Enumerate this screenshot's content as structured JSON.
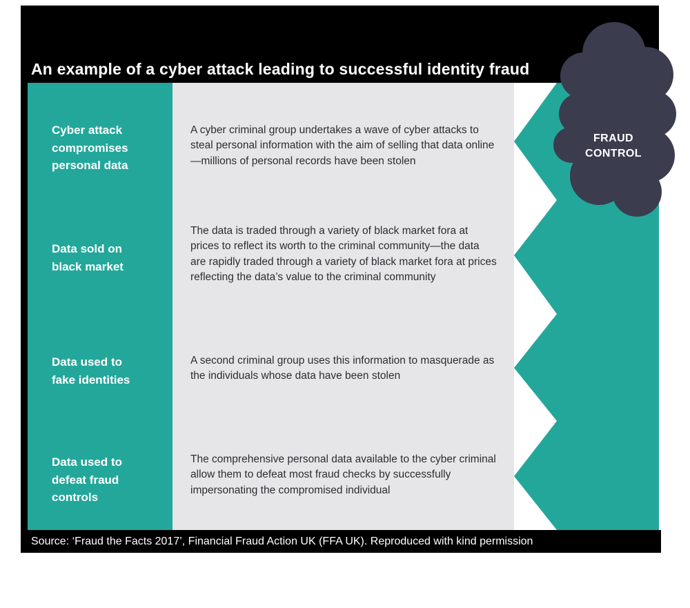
{
  "header": {
    "title": "An example of a cyber attack leading to successful identity fraud"
  },
  "rows": [
    {
      "label": "Cyber attack compromises personal data",
      "description": "A cyber criminal group undertakes a wave of cyber attacks to steal personal information with the aim of selling that data online—millions of personal records have been stolen"
    },
    {
      "label": "Data sold on black market",
      "description": "The data is traded through a variety of black market fora at prices to reflect its worth to the criminal community—the data are rapidly traded through a variety of black market fora at prices reflecting the data’s value to the criminal community"
    },
    {
      "label": "Data used to fake identities",
      "description": "A second criminal group uses this information to masquerade as the individuals whose data have been stolen"
    },
    {
      "label": "Data used to defeat fraud controls",
      "description": "The comprehensive personal data available to the cyber criminal allow them to defeat most fraud checks by successfully impersonating the compromised individual"
    }
  ],
  "fraud_control": {
    "line1": "FRAUD",
    "line2": "CONTROL"
  },
  "footer": {
    "source": "Source: ‘Fraud the Facts 2017’, Financial Fraud Action UK (FFA UK). Reproduced with kind permission"
  },
  "colors": {
    "teal": "#23A79B",
    "panel_gray": "#E6E6E8",
    "cloud_navy": "#3C3C4F",
    "frame_black": "#000000",
    "label_text": "#FFFFFF",
    "body_text": "#2D2D31"
  }
}
